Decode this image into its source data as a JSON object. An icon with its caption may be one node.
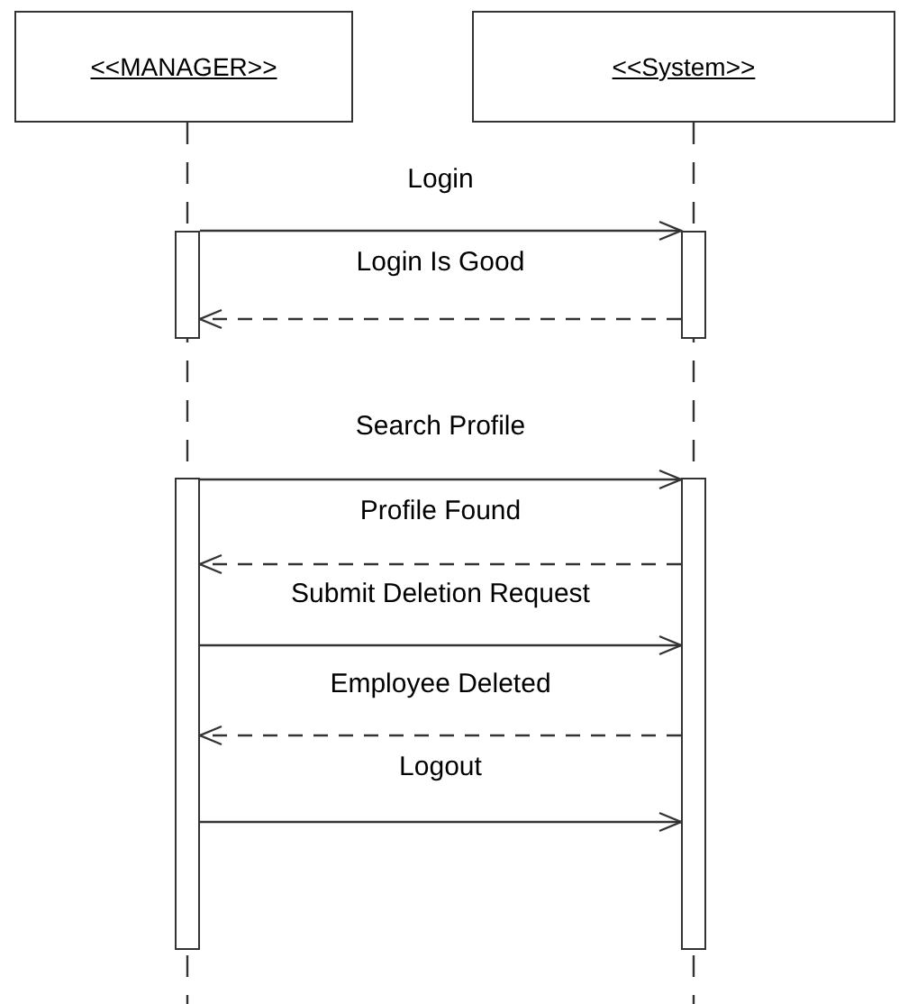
{
  "diagram": {
    "nodes": [
      {
        "text": [
          "<<MANAGER>>"
        ]
      },
      {
        "text": [
          "<<System>>"
        ]
      },
      {
        "text": [],
        "shape": "bar"
      },
      {
        "text": [],
        "shape": "bar"
      },
      {
        "text": [],
        "shape": "bar"
      },
      {
        "text": [],
        "shape": "bar"
      }
    ],
    "edges": [
      {
        "from": 2,
        "to": 3,
        "arrow": "to",
        "label": "Login"
      },
      {
        "from": 3,
        "to": 2,
        "arrow": "to",
        "label": "Login Is Good",
        "style": "dashed"
      },
      {
        "from": 4,
        "to": 5,
        "arrow": "to",
        "label": "Search Profile"
      },
      {
        "from": 5,
        "to": 4,
        "arrow": "to",
        "label": "Profile Found",
        "style": "dashed"
      },
      {
        "from": 4,
        "to": 5,
        "arrow": "to",
        "label": "Submit Deletion Request"
      },
      {
        "from": 5,
        "to": 4,
        "arrow": "to",
        "label": "Employee Deleted",
        "style": "dashed"
      },
      {
        "from": 4,
        "to": 5,
        "arrow": "to",
        "label": "Logout"
      }
    ]
  }
}
